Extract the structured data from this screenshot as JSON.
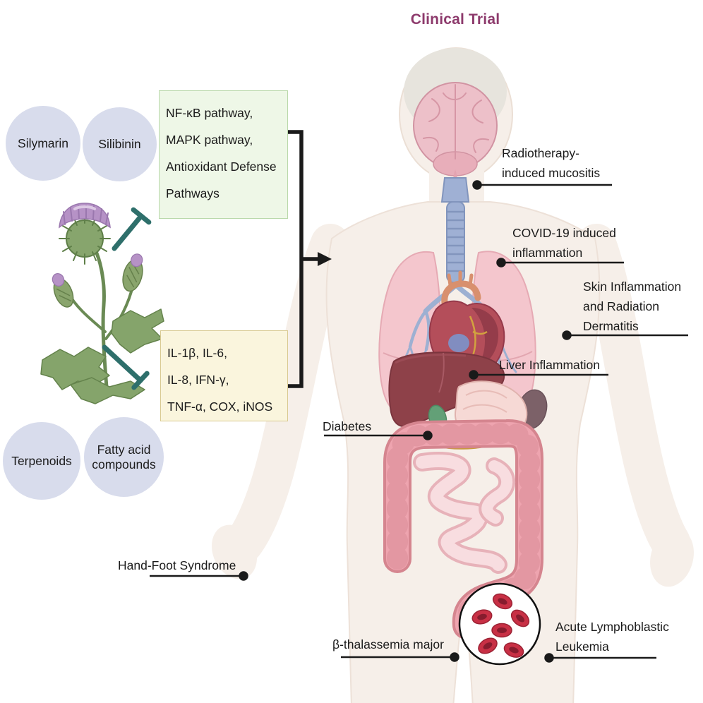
{
  "title": {
    "text": "Clinical Trial"
  },
  "compound_circles": [
    {
      "label": "Silymarin"
    },
    {
      "label": "Silibinin"
    },
    {
      "label": "Terpenoids"
    },
    {
      "label": "Fatty acid compounds"
    }
  ],
  "pathway_box": {
    "lines": [
      "NF-κB pathway,",
      "MAPK pathway,",
      "Antioxidant Defense",
      "Pathways"
    ]
  },
  "mediator_box": {
    "lines": [
      "IL-1β, IL-6,",
      "IL-8, IFN-γ,",
      "TNF-α, COX,  iNOS"
    ]
  },
  "clinical_labels": {
    "radiotherapy": {
      "lines": [
        "Radiotherapy-",
        "induced mucositis"
      ]
    },
    "covid": {
      "lines": [
        "COVID-19 induced",
        "inflammation"
      ]
    },
    "skin": {
      "lines": [
        "Skin Inflammation",
        "and Radiation",
        "Dermatitis"
      ]
    },
    "liver": {
      "lines": [
        "Liver Inflammation"
      ]
    },
    "diabetes": {
      "lines": [
        "Diabetes"
      ]
    },
    "hand_foot": {
      "lines": [
        "Hand-Foot Syndrome"
      ]
    },
    "thalassemia": {
      "lines": [
        "β-thalassemia major"
      ]
    },
    "leukemia": {
      "lines": [
        "Acute Lymphoblastic",
        "Leukemia"
      ]
    }
  },
  "illustrations": {
    "plant": "milk-thistle",
    "body": "human-anatomy",
    "blood_cells": "red-blood-cells"
  },
  "colors": {
    "title": "#8d3a6c",
    "inhibition": "#2e6f6b",
    "pathway_box_bg": "#eef7e7",
    "pathway_box_border": "#b9d8aa",
    "mediator_box_bg": "#faf5dd",
    "mediator_box_border": "#d9ca92",
    "circle_fill": "#d8dcec",
    "leader": "#1a1a1a"
  }
}
